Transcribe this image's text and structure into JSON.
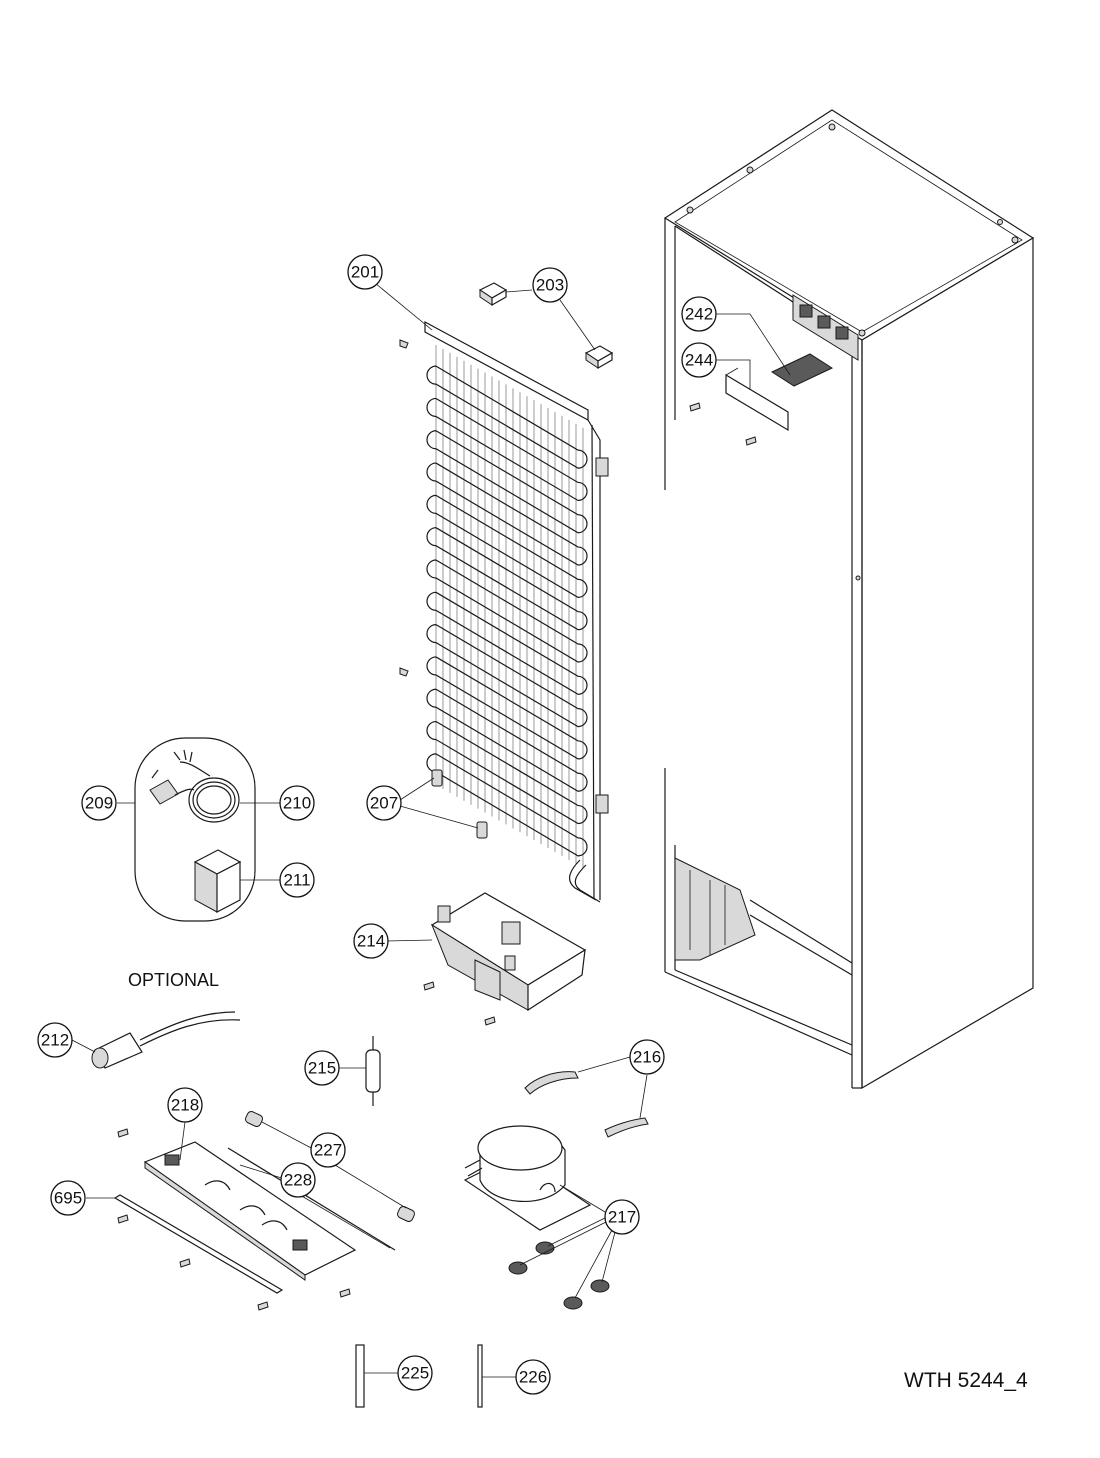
{
  "diagram": {
    "callouts": {
      "c201": "201",
      "c203": "203",
      "c242": "242",
      "c244": "244",
      "c207": "207",
      "c209": "209",
      "c210": "210",
      "c211": "211",
      "c214": "214",
      "c212": "212",
      "c215": "215",
      "c216": "216",
      "c218": "218",
      "c227": "227",
      "c228": "228",
      "c695": "695",
      "c217": "217",
      "c225": "225",
      "c226": "226"
    },
    "optional_label": "OPTIONAL",
    "drawing_code": "WTH 5244_4"
  }
}
